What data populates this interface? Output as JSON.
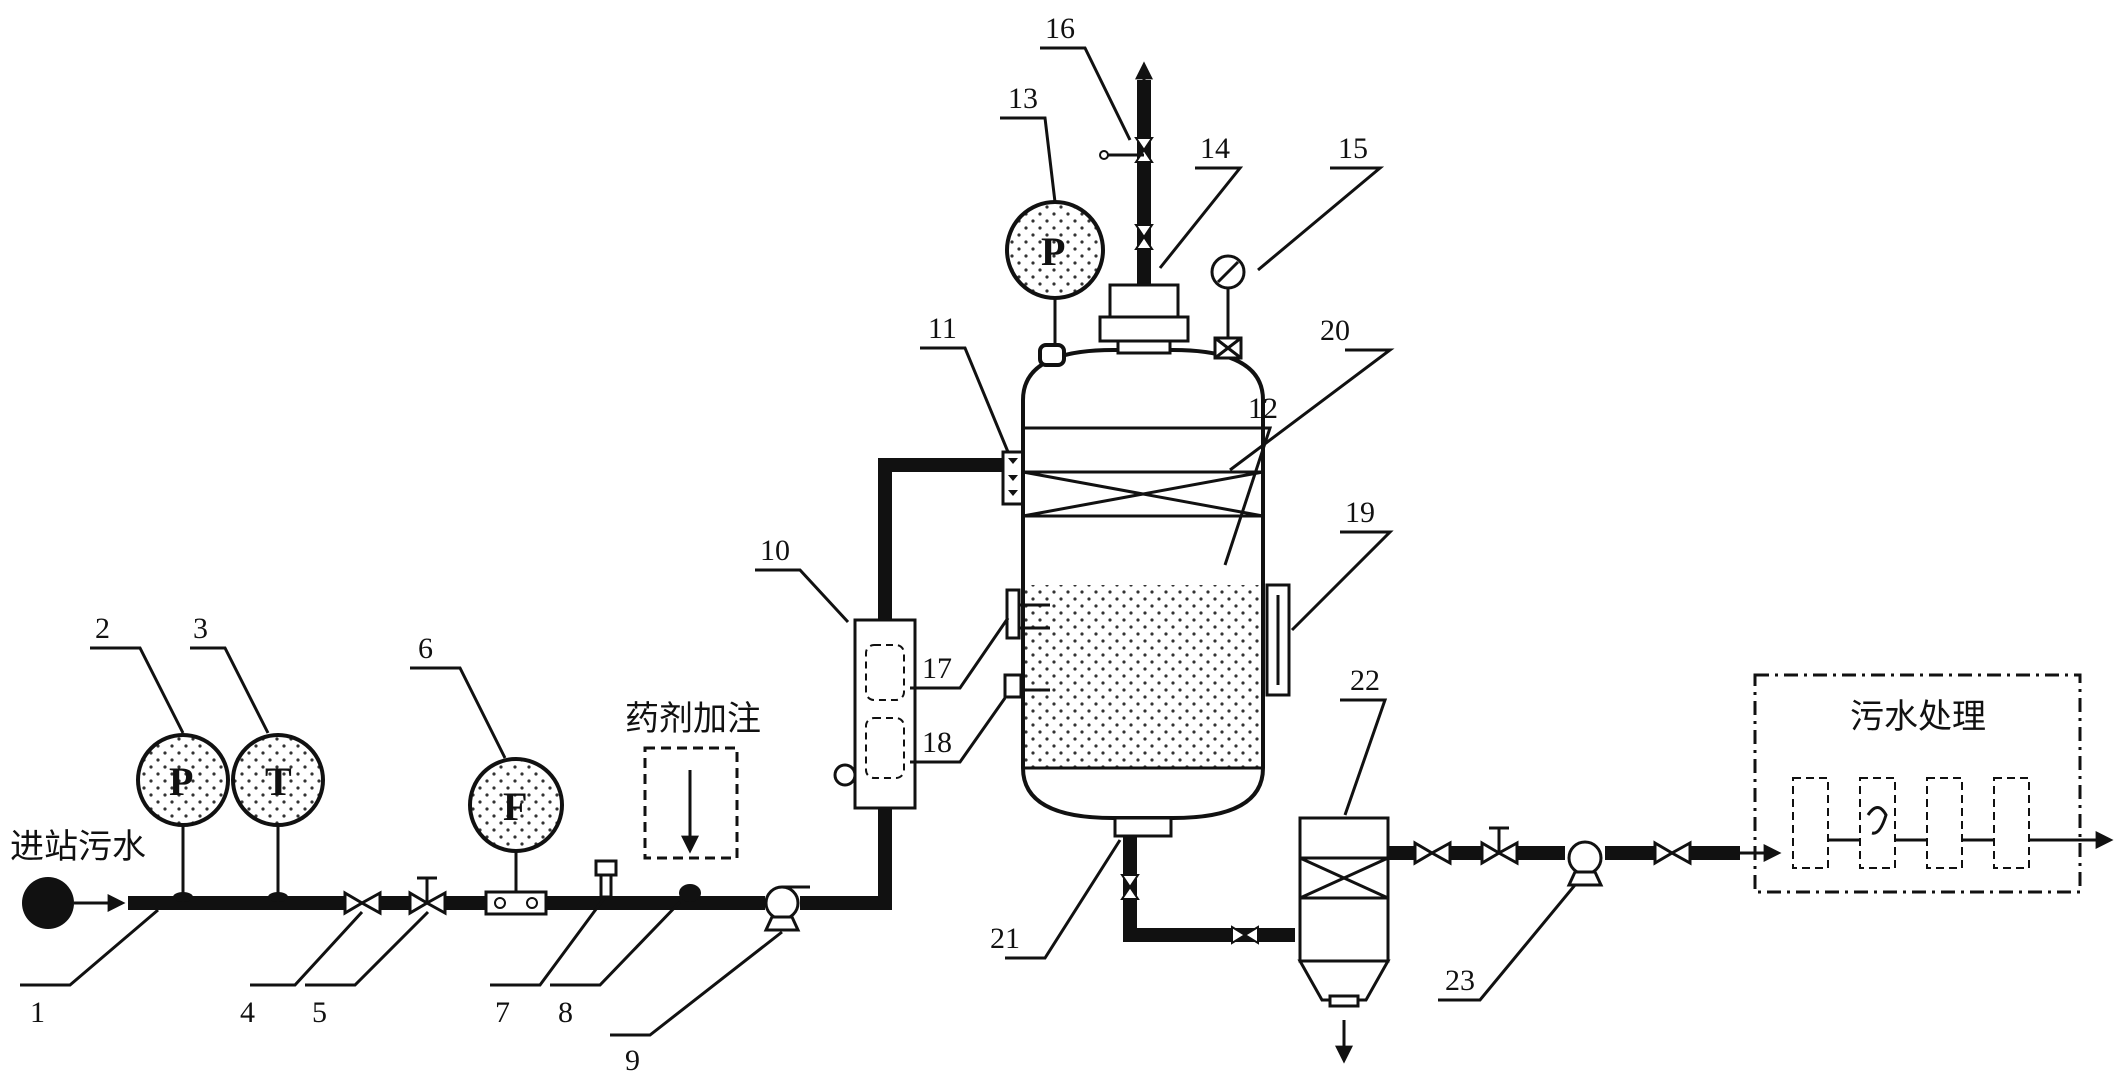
{
  "labels": {
    "inlet": "进站污水",
    "dosing": "药剂加注",
    "treatment": "污水处理"
  },
  "gauges": {
    "g2": "P",
    "g3": "T",
    "g6": "F",
    "g13": "P"
  },
  "callouts": [
    "1",
    "2",
    "3",
    "4",
    "5",
    "6",
    "7",
    "8",
    "9",
    "10",
    "11",
    "12",
    "13",
    "14",
    "15",
    "16",
    "17",
    "18",
    "19",
    "20",
    "21",
    "22",
    "23"
  ]
}
